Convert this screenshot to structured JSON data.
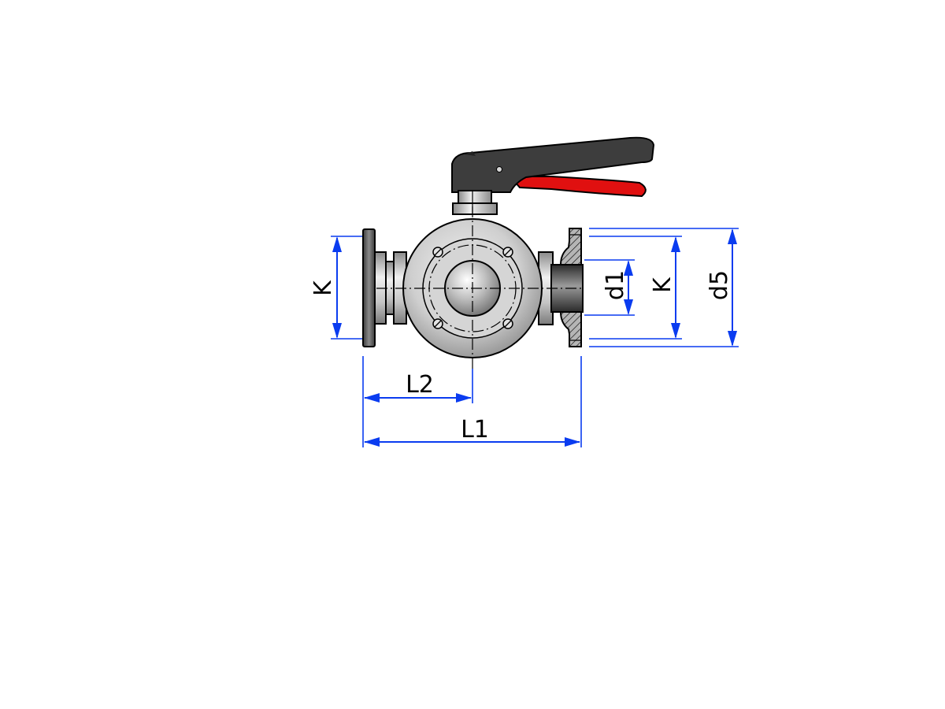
{
  "colors": {
    "dimension": "#0a3cf0",
    "lever": "#3d3d3d",
    "lever_secondary": "#e01010",
    "body_metal": "#c9c9c9",
    "flange": "#555555"
  },
  "labels": {
    "k_left": "K",
    "l2": "L2",
    "l1": "L1",
    "d1": "d1",
    "k_right": "K",
    "d5": "d5"
  }
}
